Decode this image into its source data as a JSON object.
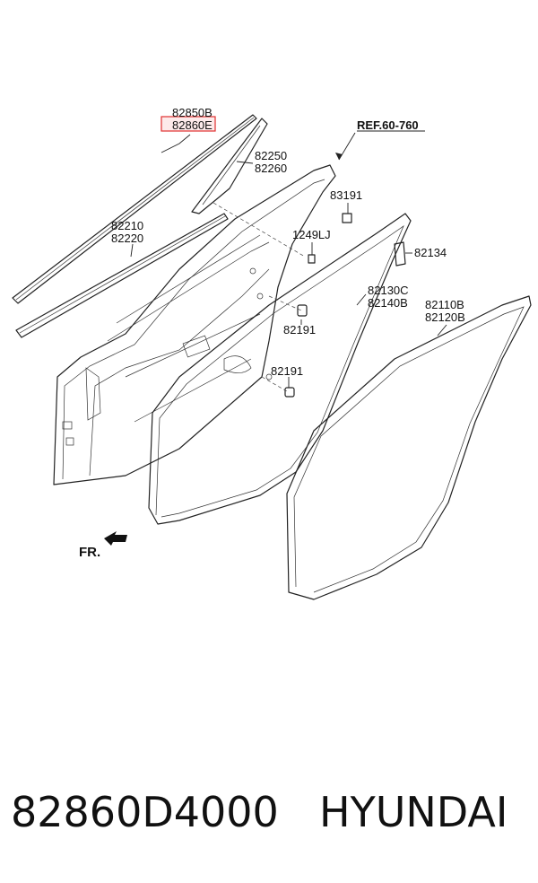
{
  "callouts": {
    "c82850": "82850B",
    "c82860": "82860E",
    "c82250": "82250",
    "c82260": "82260",
    "ref": "REF.60-760",
    "c83191": "83191",
    "c82210": "82210",
    "c82220": "82220",
    "c1249": "1249LJ",
    "c82134": "82134",
    "c82130": "82130C",
    "c82140": "82140B",
    "c82110": "82110B",
    "c82120": "82120B",
    "c82191a": "82191",
    "c82191b": "82191",
    "fr": "FR."
  },
  "highlight_color": "#e03030",
  "footer": {
    "part_number": "82860D4000",
    "brand": "HYUNDAI"
  }
}
